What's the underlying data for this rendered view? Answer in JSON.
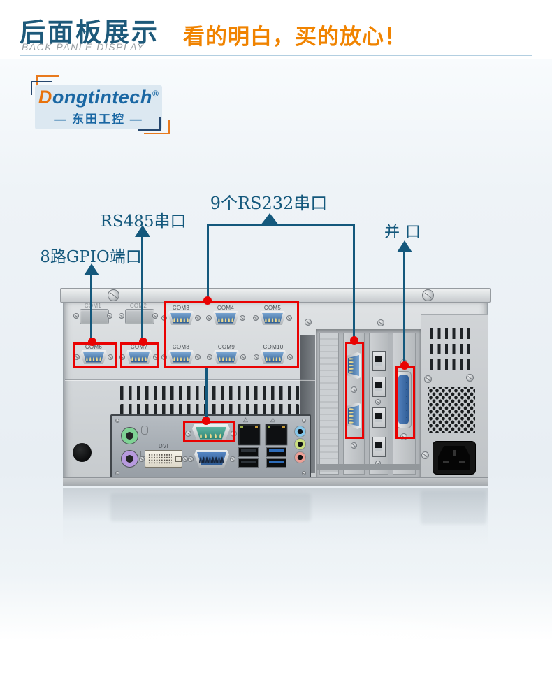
{
  "header": {
    "title_cn": "后面板展示",
    "title_en": "BACK PANLE DISPLAY",
    "tagline": "看的明白，买的放心！"
  },
  "logo": {
    "brand_d": "D",
    "brand_rest": "ongtintech",
    "reg": "®",
    "cn": "— 东田工控 —"
  },
  "annotations": {
    "gpio": "8路GPIO端口",
    "rs485": "RS485串口",
    "rs232": "9个RS232串口",
    "parallel": "并口"
  },
  "ports": {
    "labels": [
      "COM1",
      "COM2",
      "COM3",
      "COM4",
      "COM5",
      "COM6",
      "COM7",
      "COM8",
      "COM9",
      "COM10"
    ],
    "dvi": "DVI"
  },
  "icons": {
    "warning": "△"
  },
  "colors": {
    "title_blue": "#1d597a",
    "tagline_orange": "#f08300",
    "annotation_teal": "#14587c",
    "highlight_red": "#e90202",
    "logo_blue": "#1a67a3",
    "logo_orange": "#e8720c"
  }
}
